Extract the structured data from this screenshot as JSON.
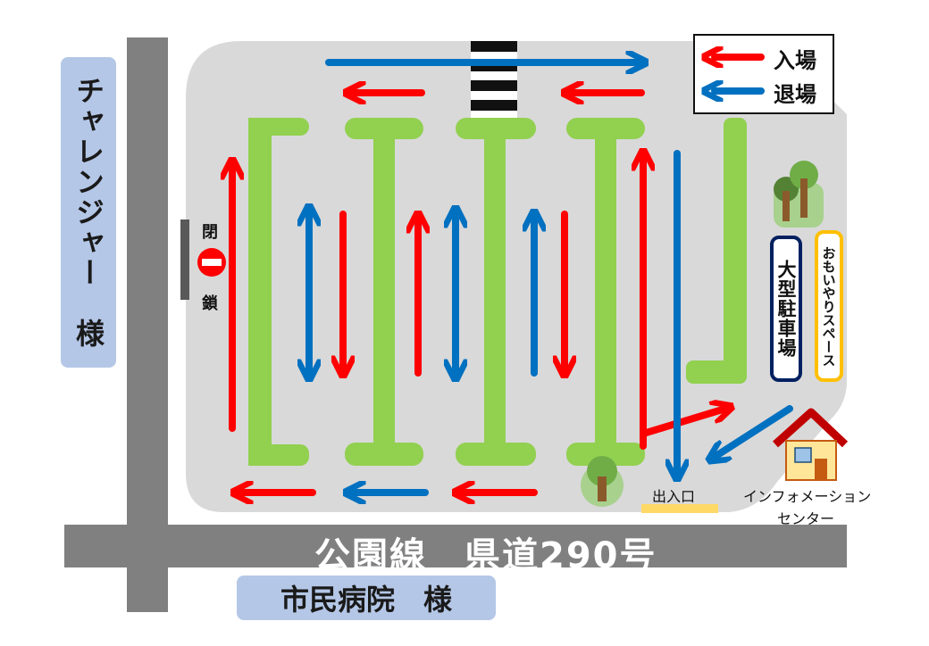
{
  "legend": {
    "enter_label": "入場",
    "exit_label": "退場"
  },
  "labels": {
    "left_side": "チャレンジャー　様",
    "bottom_side": "市民病院　様",
    "road": "公園線　県道290号",
    "closed_top": "閉",
    "closed_bottom": "鎖",
    "entrance": "出入口",
    "large_parking": "大型駐車場",
    "omoiyari_space": "おもいやりスペース",
    "info_center_line1": "インフォメーション",
    "info_center_line2": "センター"
  },
  "colors": {
    "enter": "#ff0000",
    "exit": "#0070c0",
    "lot": "#d9d9d9",
    "road": "#808080",
    "green": "#92d050",
    "label_bg": "#b4c7e7",
    "entrance_bar": "#ffd966",
    "large_parking_border": "#002060",
    "omoiyari_border": "#ffc000"
  }
}
